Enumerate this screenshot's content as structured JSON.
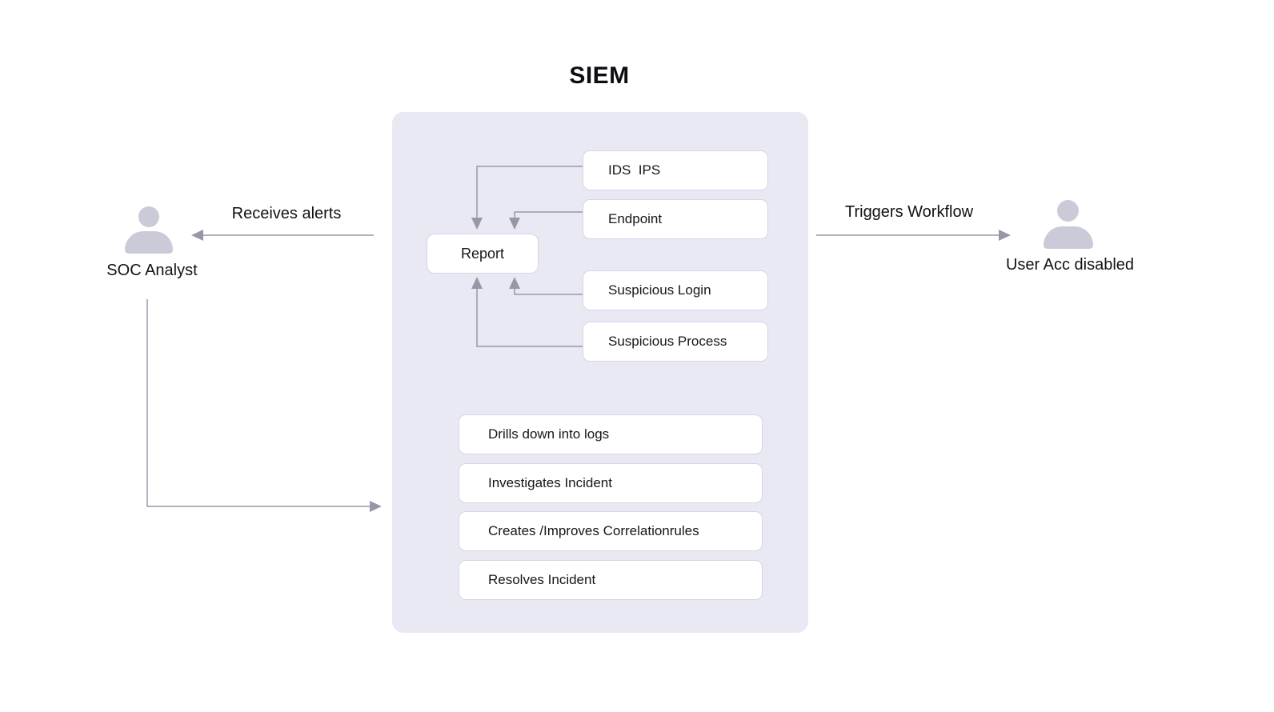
{
  "title": "SIEM",
  "actors": {
    "left": {
      "name": "SOC Analyst"
    },
    "right": {
      "name": "User Acc disabled"
    }
  },
  "labels": {
    "receives_alerts": "Receives alerts",
    "triggers_workflow": "Triggers Workflow"
  },
  "siem_panel": {
    "event_sources": [
      {
        "label": "IDS  IPS"
      },
      {
        "label": "Endpoint"
      },
      {
        "label": "Suspicious Login"
      },
      {
        "label": "Suspicious Process"
      }
    ],
    "report": {
      "label": "Report"
    },
    "analyst_actions": [
      {
        "label": "Drills down into logs"
      },
      {
        "label": "Investigates Incident"
      },
      {
        "label": "Creates /Improves Correlationrules"
      },
      {
        "label": "Resolves Incident"
      }
    ]
  },
  "colors": {
    "panel_bg": "#E9E9F4",
    "node_bg": "#FFFFFF",
    "node_border": "#D6D4E6",
    "arrow": "#9897A7",
    "person_icon": "#CBCAD9",
    "text": "#111116"
  }
}
